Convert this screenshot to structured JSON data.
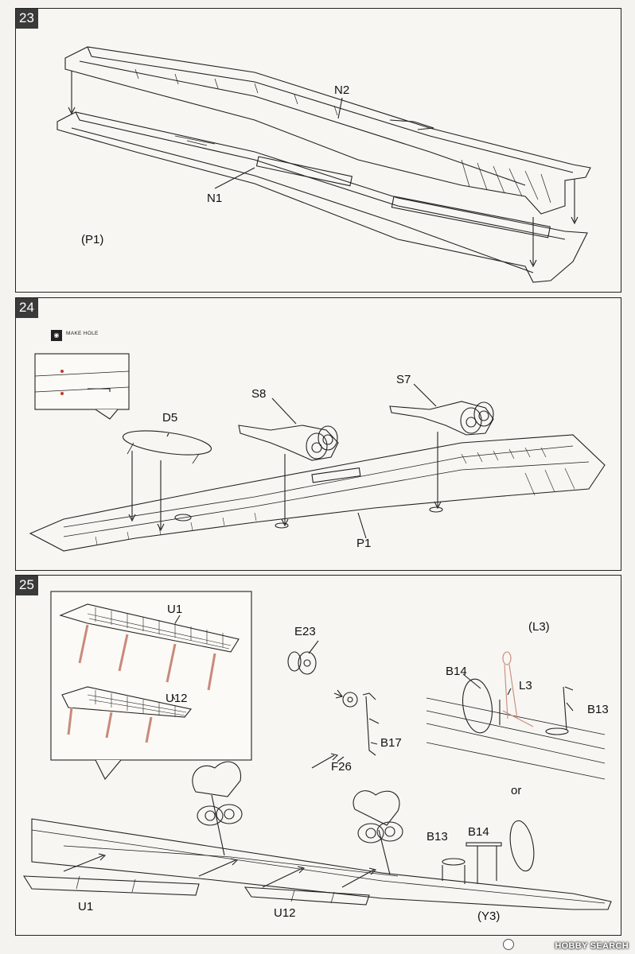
{
  "steps": [
    {
      "number": "23",
      "labels": {
        "n2": "N2",
        "n1": "N1",
        "p1": "(P1)"
      }
    },
    {
      "number": "24",
      "tool_note": "MAKE HOLE",
      "labels": {
        "s8": "S8",
        "s7": "S7",
        "d5": "D5",
        "p1": "P1"
      }
    },
    {
      "number": "25",
      "labels": {
        "u1_inset": "U1",
        "u12_inset": "U12",
        "e23": "E23",
        "b17": "B17",
        "f26": "F26",
        "l3_title": "(L3)",
        "b14_top": "B14",
        "l3": "L3",
        "b13_top": "B13",
        "or": "or",
        "b14_bottom": "B14",
        "b13_bottom": "B13",
        "u1": "U1",
        "u12": "U12",
        "y3": "(Y3)"
      }
    }
  ],
  "watermark": "HOBBY SEARCH",
  "colors": {
    "ink": "#1a1a1a",
    "paper": "#f7f6f2",
    "step_box": "#3a3a3a",
    "highlight": "#c0392b",
    "pin": "#c98a7a"
  }
}
